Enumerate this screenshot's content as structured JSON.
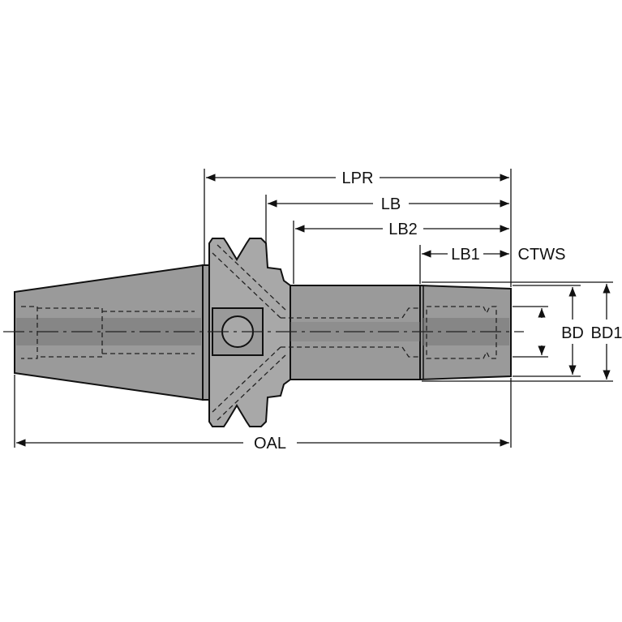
{
  "drawing": {
    "dimensions": {
      "lpr": "LPR",
      "lb": "LB",
      "lb2": "LB2",
      "lb1": "LB1",
      "ctws": "CTWS",
      "oal": "OAL",
      "bd": "BD",
      "bd1": "BD1"
    },
    "colors": {
      "body": "#9a9a9a",
      "bore": "#777777",
      "outline": "#111111",
      "background": "#ffffff"
    }
  }
}
